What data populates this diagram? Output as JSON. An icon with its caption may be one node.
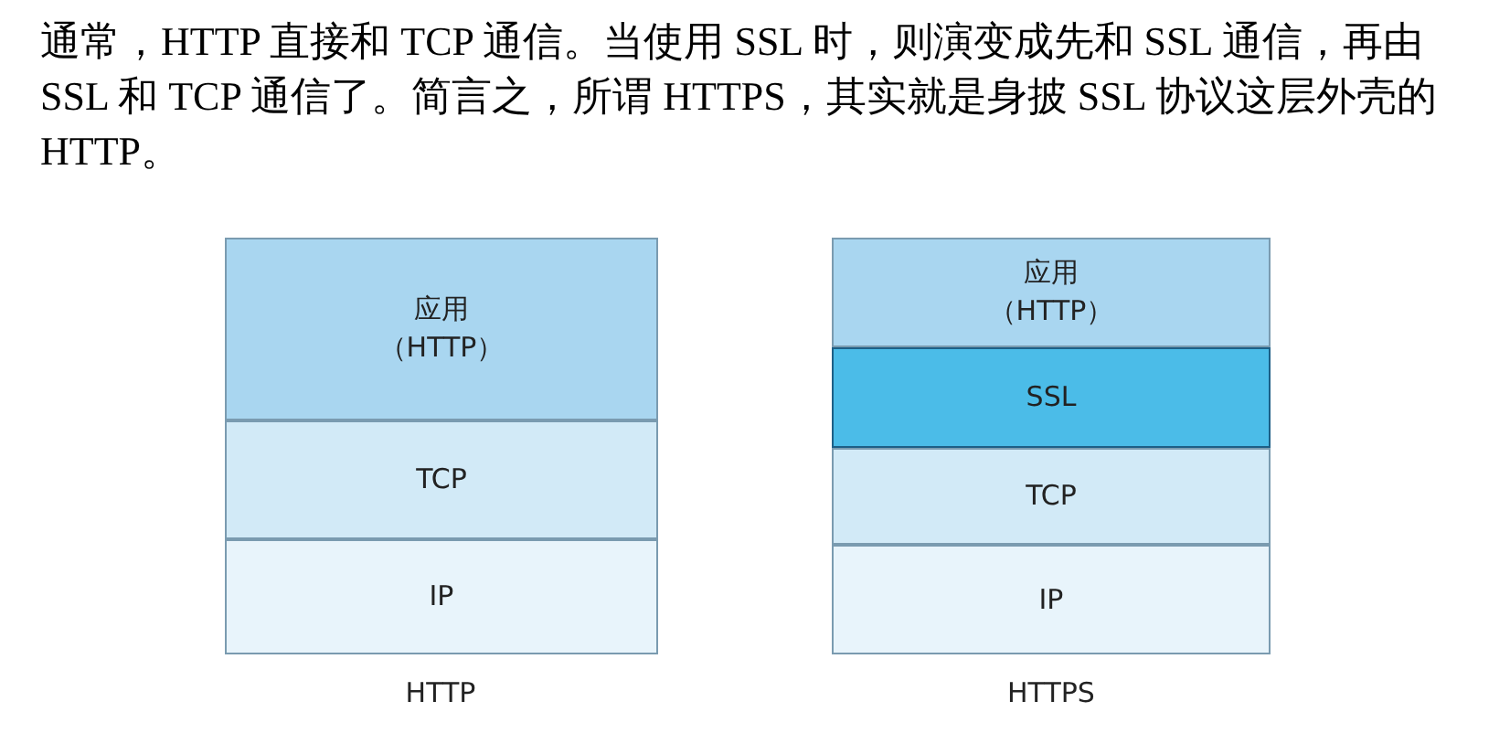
{
  "diagram": {
    "nodes": [
      {
        "text": [
          "应用",
          "（HTTP）"
        ]
      },
      {
        "text": [
          "TCP"
        ]
      },
      {
        "text": [
          "IP"
        ]
      },
      {
        "text": [
          "应用",
          "（HTTP）"
        ]
      },
      {
        "text": [
          "SSL"
        ]
      },
      {
        "text": [
          "TCP"
        ]
      },
      {
        "text": [
          "IP"
        ]
      }
    ],
    "edges": [],
    "labels": [
      "通常，HTTP 直接和 TCP 通信。当使用 SSL 时，则演变成先和 SSL 通信，再由 SSL 和 TCP 通信了。简言之，所谓 HTTPS，其实就是身披 SSL 协议这层外壳的 HTTP。",
      "HTTP",
      "HTTPS"
    ]
  }
}
